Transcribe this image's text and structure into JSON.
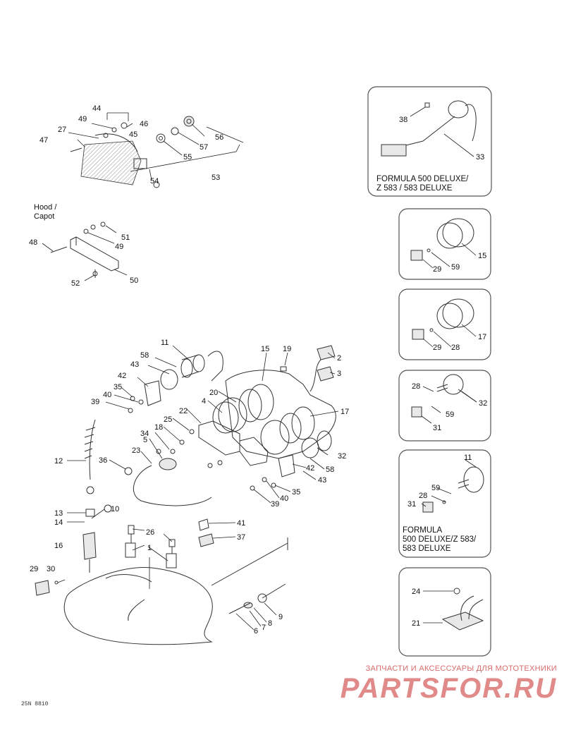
{
  "callouts": [
    "44",
    "49",
    "46",
    "27",
    "45",
    "47",
    "56",
    "57",
    "55",
    "54",
    "53",
    "51",
    "49",
    "48",
    "50",
    "52",
    "11",
    "58",
    "43",
    "42",
    "35",
    "40",
    "39",
    "19",
    "15",
    "2",
    "3",
    "20",
    "4",
    "17",
    "22",
    "25",
    "18",
    "34",
    "5",
    "23",
    "36",
    "12",
    "10",
    "13",
    "14",
    "16",
    "26",
    "1",
    "41",
    "37",
    "29",
    "30",
    "9",
    "8",
    "7",
    "6",
    "32",
    "42",
    "58",
    "43",
    "35",
    "40",
    "39",
    "38",
    "33",
    "15",
    "29",
    "59",
    "17",
    "29",
    "28",
    "28",
    "32",
    "59",
    "31",
    "11",
    "59",
    "28",
    "31",
    "24",
    "21"
  ],
  "hood_label": [
    "Hood /",
    "Capot"
  ],
  "panels": {
    "p1": {
      "lines": [
        "FORMULA 500 DELUXE/",
        "Z 583 / 583 DELUXE"
      ]
    },
    "p5": {
      "lines": [
        "FORMULA",
        "500 DELUXE/Z 583/",
        "583 DELUXE"
      ]
    }
  },
  "watermark": {
    "tagline": "ЗАПЧАСТИ И АКСЕССУАРЫ ДЛЯ МОТОТЕХНИКИ",
    "brand": "PARTSFOR.RU"
  },
  "drawing_code": "25N 8810"
}
